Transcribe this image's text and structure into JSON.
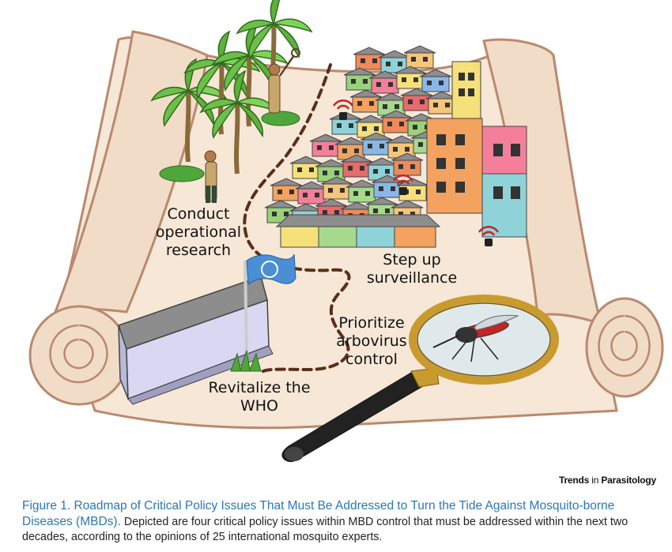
{
  "labels": {
    "research": "Conduct\noperational\nresearch",
    "surveillance": "Step up\nsurveillance",
    "arbovirus": "Prioritize\narbovirus\ncontrol",
    "who": "Revitalize the\nWHO"
  },
  "journal": {
    "trends": "Trends",
    "in": "in",
    "name": "Parasitology"
  },
  "caption": {
    "title": "Figure 1. Roadmap of Critical Policy Issues That Must Be Addressed to Turn the Tide Against Mosquito-borne Diseases (MBDs).",
    "body": " Depicted are four critical policy issues within MBD control that must be addressed within the next two decades, according to the opinions of 25 international mosquito experts."
  },
  "colors": {
    "parchment": "#f6e7d7",
    "scroll_outline": "#b98a6e",
    "path": "#5a2e1a",
    "caption_title": "#2c77b8",
    "building": "#d9d8f2",
    "flag": "#4a8fd4"
  },
  "icons": [
    "scroll",
    "palm-tree",
    "worker",
    "house",
    "antenna-trap",
    "who-flag",
    "building",
    "grass",
    "magnifying-glass",
    "mosquito"
  ]
}
